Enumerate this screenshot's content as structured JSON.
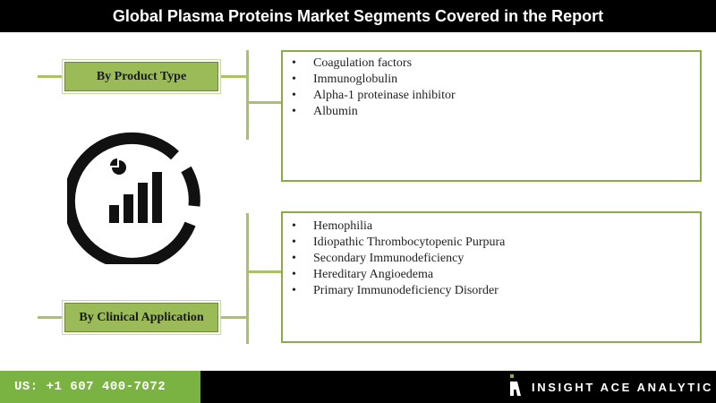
{
  "title": "Global Plasma Proteins Market Segments Covered in the Report",
  "segments": {
    "product_type": {
      "label": "By Product Type",
      "items": [
        "Coagulation factors",
        "Immunoglobulin",
        "Alpha-1 proteinase inhibitor",
        "Albumin"
      ]
    },
    "clinical_application": {
      "label": "By Clinical Application",
      "items": [
        "Hemophilia",
        "Idiopathic Thrombocytopenic Purpura",
        "Secondary Immunodeficiency",
        "Hereditary Angioedema",
        "Primary Immunodeficiency Disorder"
      ]
    }
  },
  "bullet": "•",
  "center_icon": "bar-chart-pie-circle-icon",
  "footer": {
    "phone": "US: +1 607 400-7072",
    "brand": "INSIGHT ACE ANALYTIC",
    "brand_icon": "insight-ace-logo-icon"
  },
  "colors": {
    "header_bg": "#000000",
    "accent_green": "#9bbb59",
    "border_green": "#8aab45",
    "phone_bg": "#7ab342"
  }
}
